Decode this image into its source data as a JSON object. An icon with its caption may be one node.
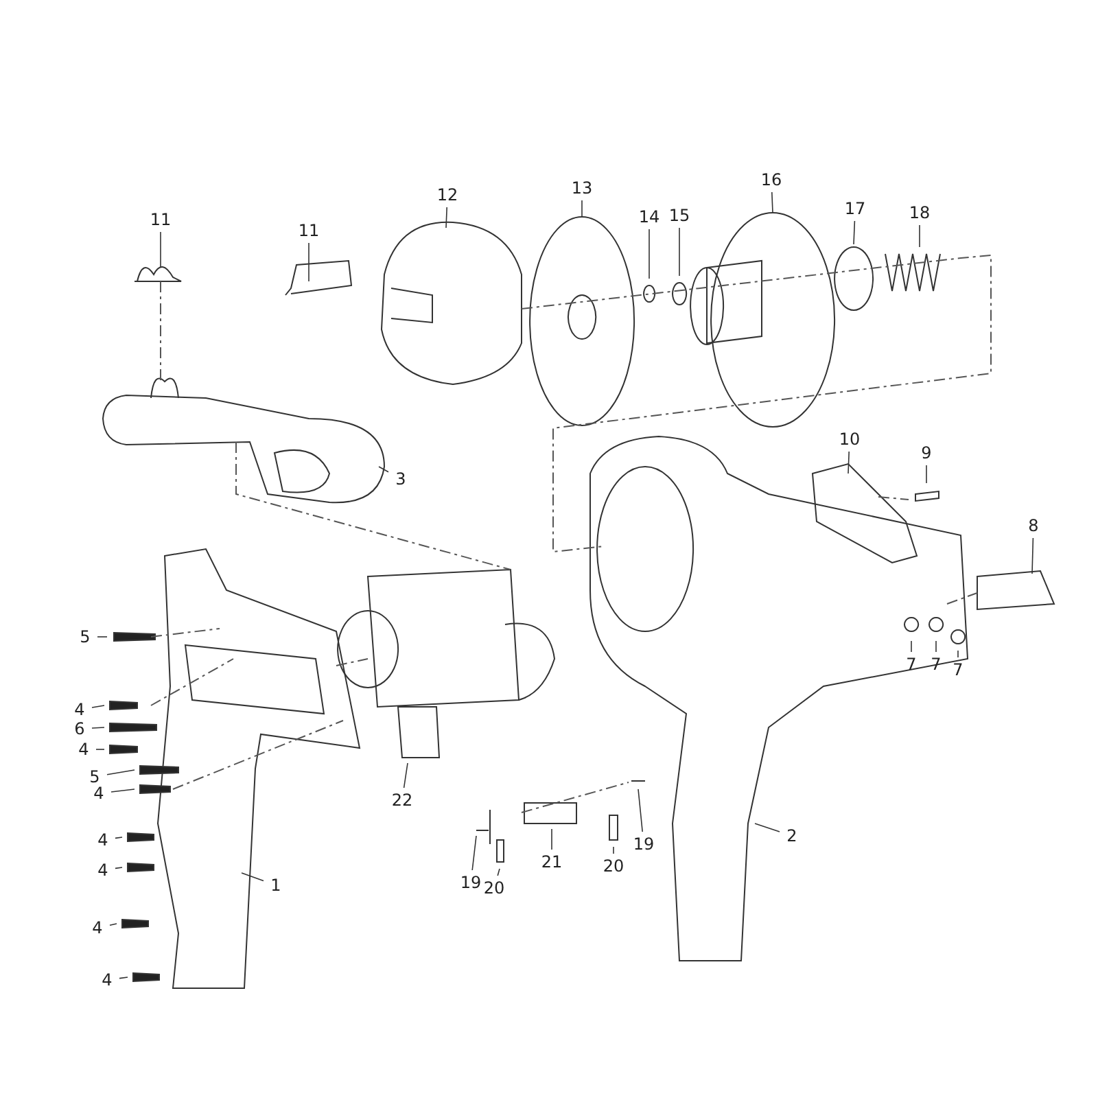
{
  "diagram": {
    "nodes": [
      {
        "text": [
          "11"
        ]
      },
      {
        "text": [
          "11"
        ]
      },
      {
        "text": [
          "12"
        ]
      },
      {
        "text": [
          "13"
        ]
      },
      {
        "text": [
          "14"
        ]
      },
      {
        "text": [
          "15"
        ]
      },
      {
        "text": [
          "16"
        ]
      },
      {
        "text": [
          "17"
        ]
      },
      {
        "text": [
          "18"
        ]
      },
      {
        "text": [
          "3"
        ]
      },
      {
        "text": [
          "10"
        ]
      },
      {
        "text": [
          "9"
        ]
      },
      {
        "text": [
          "8"
        ]
      },
      {
        "text": [
          "5"
        ]
      },
      {
        "text": [
          "4"
        ]
      },
      {
        "text": [
          "6"
        ]
      },
      {
        "text": [
          "4"
        ]
      },
      {
        "text": [
          "5"
        ]
      },
      {
        "text": [
          "4"
        ]
      },
      {
        "text": [
          "7"
        ]
      },
      {
        "text": [
          "7"
        ]
      },
      {
        "text": [
          "7"
        ]
      },
      {
        "text": [
          "4"
        ]
      },
      {
        "text": [
          "4"
        ]
      },
      {
        "text": [
          "22"
        ]
      },
      {
        "text": [
          "1"
        ]
      },
      {
        "text": [
          "19"
        ]
      },
      {
        "text": [
          "20"
        ]
      },
      {
        "text": [
          "21"
        ]
      },
      {
        "text": [
          "20"
        ]
      },
      {
        "text": [
          "19"
        ]
      },
      {
        "text": [
          "2"
        ]
      },
      {
        "text": [
          "4"
        ]
      },
      {
        "text": [
          "4"
        ]
      }
    ],
    "edges": [
      {
        "from": 0,
        "to": null,
        "arrow": "none"
      },
      {
        "from": 1,
        "to": null,
        "arrow": "none"
      },
      {
        "from": 2,
        "to": null,
        "arrow": "none"
      },
      {
        "from": 3,
        "to": null,
        "arrow": "none"
      },
      {
        "from": 4,
        "to": null,
        "arrow": "none"
      },
      {
        "from": 5,
        "to": null,
        "arrow": "none"
      },
      {
        "from": 6,
        "to": null,
        "arrow": "none"
      },
      {
        "from": 7,
        "to": null,
        "arrow": "none"
      },
      {
        "from": 8,
        "to": null,
        "arrow": "none"
      },
      {
        "from": 9,
        "to": null,
        "arrow": "none"
      },
      {
        "from": 10,
        "to": null,
        "arrow": "none"
      },
      {
        "from": 11,
        "to": null,
        "arrow": "none"
      },
      {
        "from": 12,
        "to": null,
        "arrow": "none"
      },
      {
        "from": 13,
        "to": null,
        "arrow": "none"
      },
      {
        "from": 14,
        "to": null,
        "arrow": "none"
      },
      {
        "from": 15,
        "to": null,
        "arrow": "none"
      },
      {
        "from": 16,
        "to": null,
        "arrow": "none"
      },
      {
        "from": 17,
        "to": null,
        "arrow": "none"
      },
      {
        "from": 18,
        "to": null,
        "arrow": "none"
      },
      {
        "from": 19,
        "to": null,
        "arrow": "none"
      },
      {
        "from": 20,
        "to": null,
        "arrow": "none"
      },
      {
        "from": 21,
        "to": null,
        "arrow": "none"
      },
      {
        "from": 22,
        "to": null,
        "arrow": "none"
      },
      {
        "from": 23,
        "to": null,
        "arrow": "none"
      },
      {
        "from": 24,
        "to": null,
        "arrow": "none"
      },
      {
        "from": 25,
        "to": null,
        "arrow": "none"
      },
      {
        "from": 26,
        "to": null,
        "arrow": "none"
      },
      {
        "from": 27,
        "to": null,
        "arrow": "none"
      },
      {
        "from": 28,
        "to": null,
        "arrow": "none"
      },
      {
        "from": 29,
        "to": null,
        "arrow": "none"
      },
      {
        "from": 30,
        "to": null,
        "arrow": "none"
      },
      {
        "from": 31,
        "to": null,
        "arrow": "none"
      },
      {
        "from": 32,
        "to": null,
        "arrow": "none"
      },
      {
        "from": 33,
        "to": null,
        "arrow": "none"
      }
    ]
  }
}
